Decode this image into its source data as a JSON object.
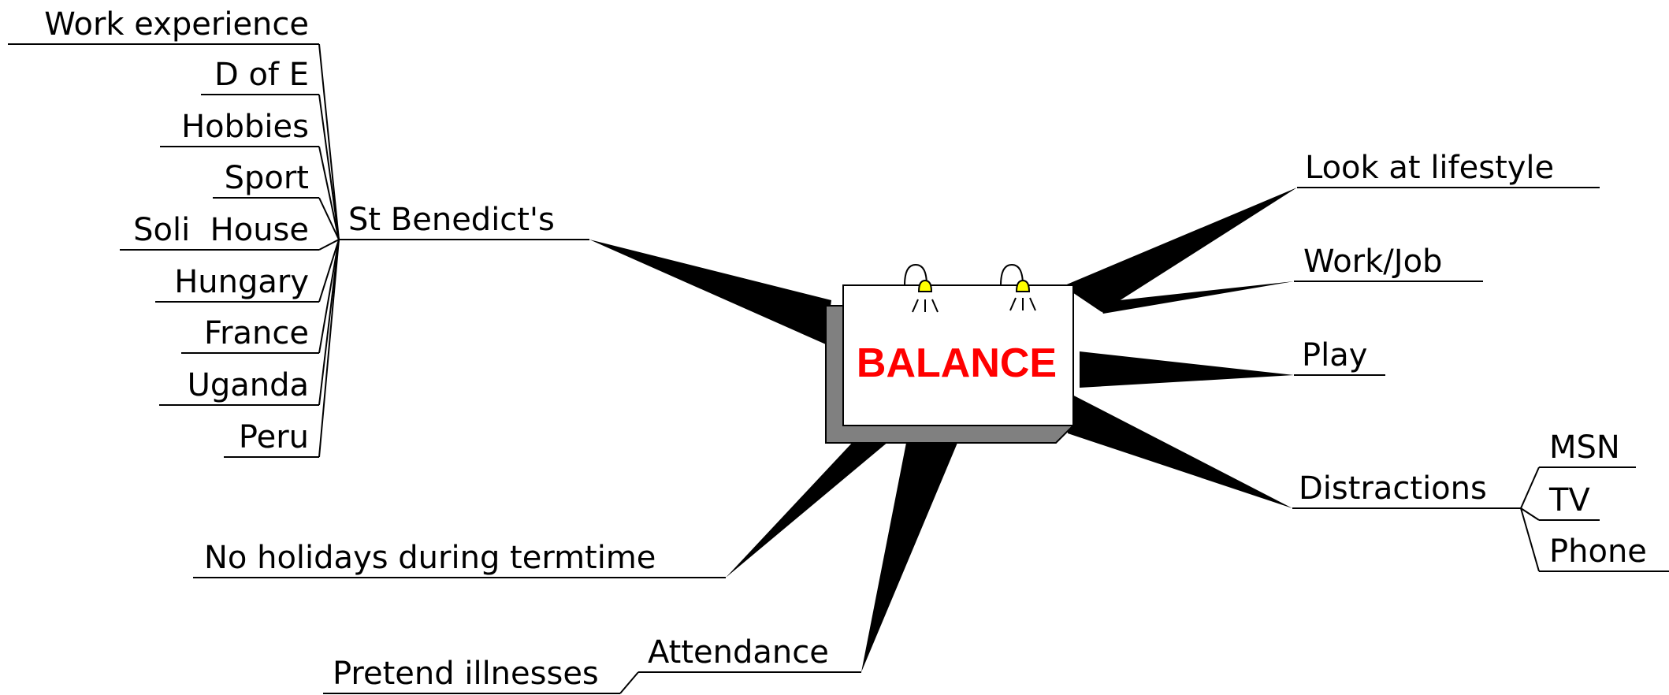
{
  "center": {
    "label": "BALANCE",
    "color": "#ff0000"
  },
  "branches": {
    "st_benedicts": {
      "label": "St Benedict's",
      "children": [
        "Work experience",
        "D of E",
        "Hobbies",
        "Sport",
        "Soli  House",
        "Hungary",
        "France",
        "Uganda",
        "Peru"
      ]
    },
    "lifestyle": {
      "label": "Look at lifestyle"
    },
    "work": {
      "label": "Work/Job"
    },
    "play": {
      "label": "Play"
    },
    "distractions": {
      "label": "Distractions",
      "children": [
        "MSN",
        "TV",
        "Phone"
      ]
    },
    "holidays": {
      "label": "No holidays during termtime"
    },
    "attendance": {
      "label": "Attendance",
      "children": [
        "Pretend illnesses"
      ]
    }
  },
  "colors": {
    "lamp": "#ffff00",
    "box_shadow": "#808080",
    "branch": "#000000"
  }
}
